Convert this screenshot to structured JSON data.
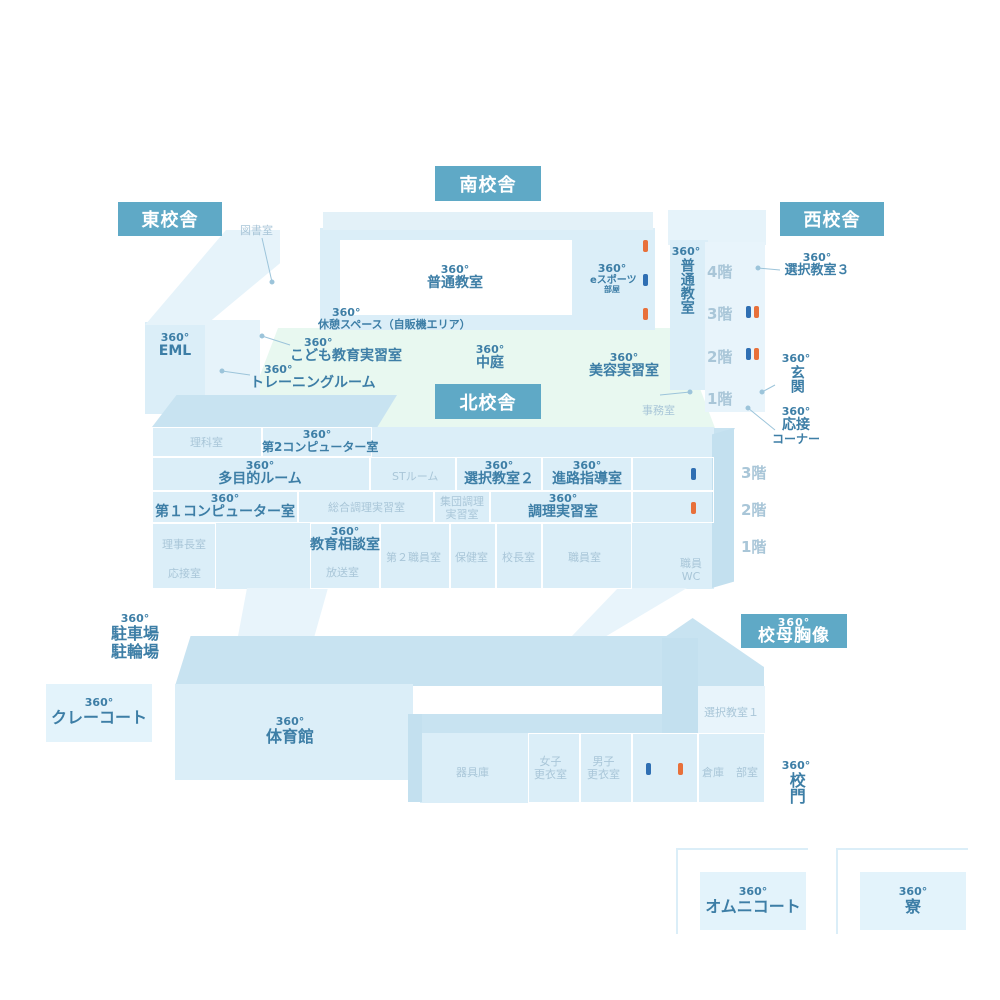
{
  "buildings": {
    "south": "南校舎",
    "east": "東校舎",
    "west": "西校舎",
    "north": "北校舎"
  },
  "badge": "360°",
  "rooms": {
    "library": "図書室",
    "regular_classroom": "普通教室",
    "esports": "eスポーツ",
    "esports_sub": "部屋",
    "rest_space": "休憩スペース（自販機エリア）",
    "eml": "EML",
    "child_edu": "こども教育実習室",
    "training": "トレーニングルーム",
    "courtyard": "中庭",
    "beauty": "美容実習室",
    "office": "事務室",
    "west_regular": "普通教室",
    "elective3": "選択教室３",
    "entrance": "玄関",
    "reception": "応接",
    "reception2": "コーナー",
    "science": "理科室",
    "comp2": "第2コンピューター室",
    "multipurpose": "多目的ルーム",
    "st_room": "STルーム",
    "elective2": "選択教室２",
    "career": "進路指導室",
    "comp1": "第１コンピューター室",
    "general_cooking": "総合調理実習室",
    "group_cooking": "集団調理",
    "group_cooking2": "実習室",
    "cooking": "調理実習室",
    "director": "理事長室",
    "reception_room": "応接室",
    "counseling": "教育相談室",
    "broadcast": "放送室",
    "staff2": "第２職員室",
    "health": "保健室",
    "principal": "校長室",
    "staff": "職員室",
    "staff_wc": "職員",
    "staff_wc2": "WC",
    "parking": "駐車場",
    "bike": "駐輪場",
    "clay_court": "クレーコート",
    "gym": "体育館",
    "equipment": "器具庫",
    "girls_locker": "女子",
    "girls_locker2": "更衣室",
    "boys_locker": "男子",
    "boys_locker2": "更衣室",
    "storage": "倉庫",
    "club": "部室",
    "elective1": "選択教室１",
    "alma_mater": "校母胸像",
    "gate": "校門",
    "omni_court": "オムニコート",
    "dorm": "寮"
  },
  "floors": {
    "f4": "4階",
    "f3": "3階",
    "f2": "2階",
    "f1": "1階",
    "n3": "3階",
    "n2": "2階",
    "n1": "1階"
  },
  "colors": {
    "label_bg": "#5fa9c6",
    "text": "#3d7ea6",
    "building": "#dbeef8",
    "courtyard": "#e6f7ee",
    "male": "#2f6fb3",
    "female": "#e8703a"
  }
}
